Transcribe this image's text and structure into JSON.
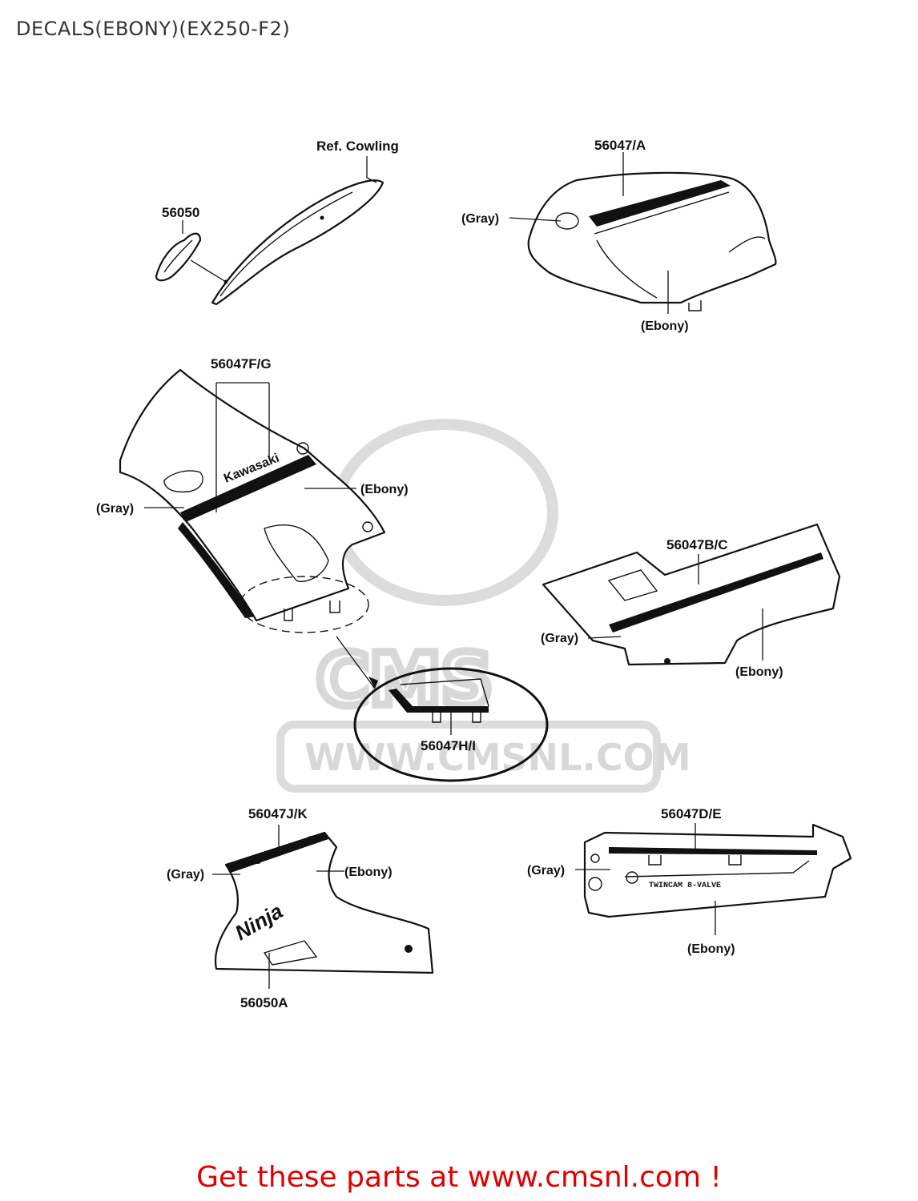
{
  "title": "DECALS(EBONY)(EX250-F2)",
  "footer": "Get these parts at www.cmsnl.com !",
  "colors": {
    "footer": "#e00000",
    "title": "#333333",
    "watermark": "#d8d8d8"
  },
  "watermark": {
    "logo": "CMS",
    "url": "WWW.CMSNL.COM"
  },
  "labels": {
    "ref_cowling": "Ref. Cowling",
    "p56050": "56050",
    "p56047a": "56047/A",
    "gray_tank": "(Gray)",
    "ebony_tank": "(Ebony)",
    "p56047fg": "56047F/G",
    "ebony_fairing": "(Ebony)",
    "gray_fairing": "(Gray)",
    "kawasaki": "Kawasaki",
    "p56047bc": "56047B/C",
    "gray_side": "(Gray)",
    "ebony_side": "(Ebony)",
    "p56047hi": "56047H/I",
    "p56047jk": "56047J/K",
    "gray_lower": "(Gray)",
    "ebony_lower": "(Ebony)",
    "ninja_lower": "Ninja",
    "p56050a": "56050A",
    "p56047de": "56047D/E",
    "gray_tail": "(Gray)",
    "ebony_tail": "(Ebony)",
    "twincam": "TWINCAM 8-VALVE"
  }
}
